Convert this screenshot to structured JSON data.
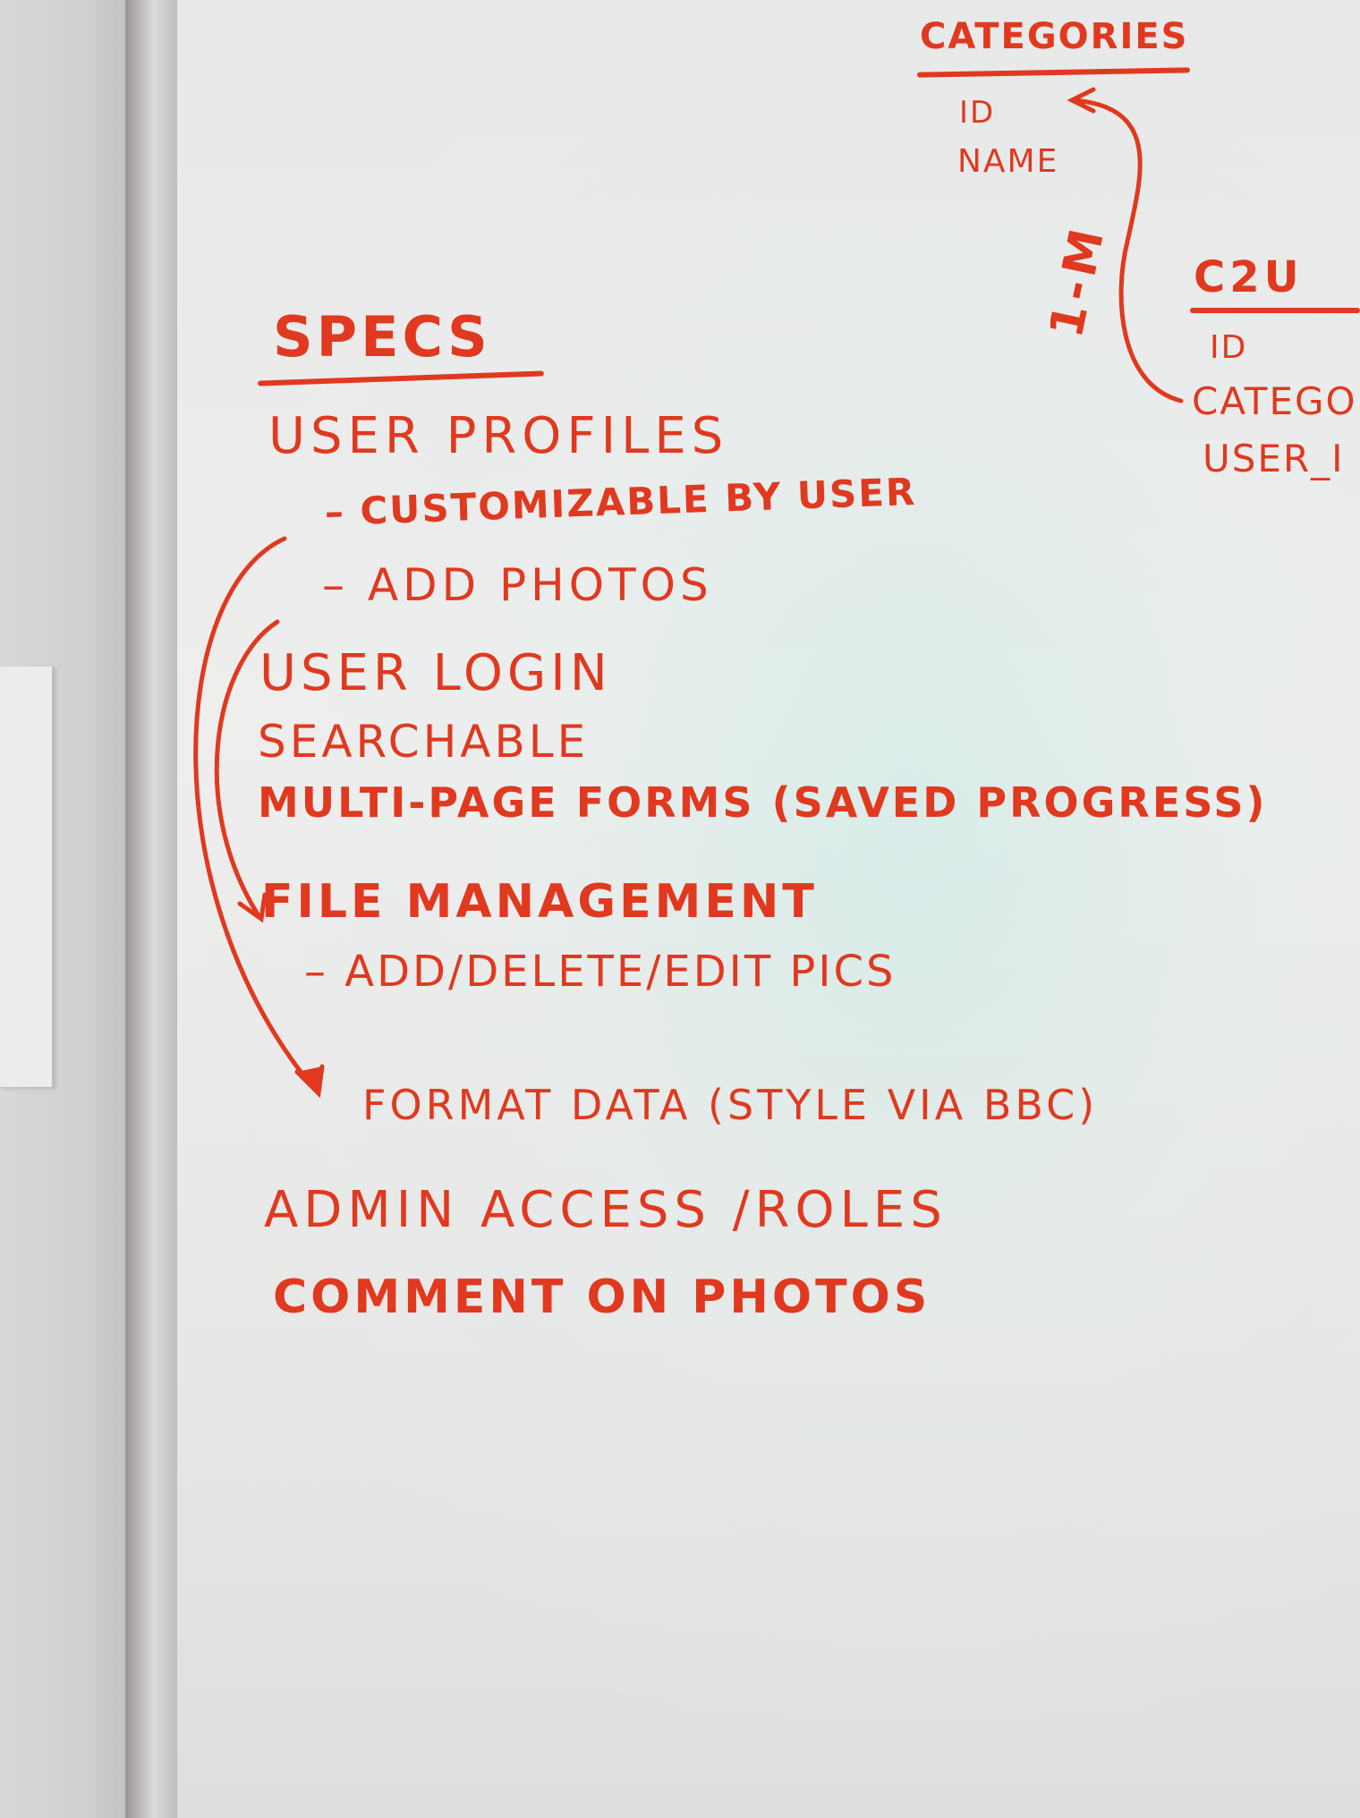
{
  "whiteboard": {
    "specs": {
      "heading": "SPECS",
      "lines": [
        "USER PROFILES",
        "– CUSTOMIZABLE BY USER",
        "– ADD PHOTOS",
        "USER LOGIN",
        "SEARCHABLE",
        "MULTI-PAGE FORMS (SAVED PROGRESS)",
        "FILE MANAGEMENT",
        "– ADD/DELETE/EDIT PICS",
        "FORMAT DATA (STYLE VIA BBC)",
        "ADMIN ACCESS /ROLES",
        "COMMENT ON PHOTOS"
      ]
    },
    "categories_table": {
      "title": "CATEGORIES",
      "fields": [
        "ID",
        "NAME"
      ]
    },
    "c2u_table": {
      "title": "C2U",
      "fields": [
        "ID",
        "CATEGO",
        "USER_I"
      ]
    },
    "relation_label": "1-M",
    "ink_color": "#e0391f"
  }
}
